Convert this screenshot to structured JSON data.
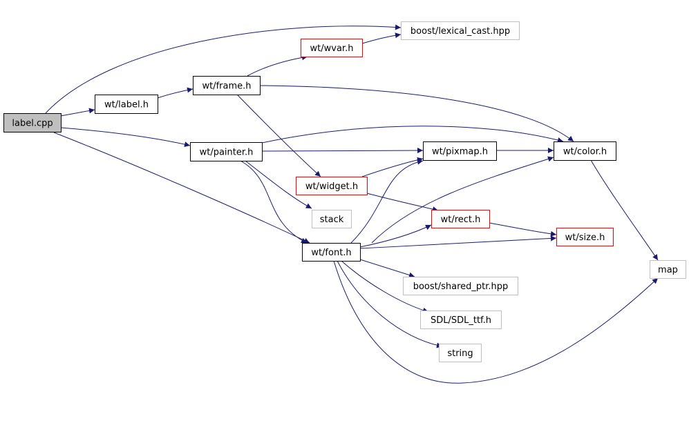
{
  "diagram": {
    "colors": {
      "edge": "#191970",
      "root_fill": "#bfbfbf",
      "root_border": "#000000",
      "documented_border": "#000000",
      "truncated_border": "#ff0000",
      "external_border": "#bfbfbf"
    },
    "nodes": [
      {
        "id": "label_cpp",
        "label": "label.cpp",
        "kind": "root"
      },
      {
        "id": "wt_label_h",
        "label": "wt/label.h",
        "kind": "documented"
      },
      {
        "id": "wt_frame_h",
        "label": "wt/frame.h",
        "kind": "documented"
      },
      {
        "id": "wt_wvar_h",
        "label": "wt/wvar.h",
        "kind": "truncated"
      },
      {
        "id": "boost_lexical_cast_hpp",
        "label": "boost/lexical_cast.hpp",
        "kind": "external"
      },
      {
        "id": "wt_painter_h",
        "label": "wt/painter.h",
        "kind": "documented"
      },
      {
        "id": "wt_pixmap_h",
        "label": "wt/pixmap.h",
        "kind": "documented"
      },
      {
        "id": "wt_color_h",
        "label": "wt/color.h",
        "kind": "documented"
      },
      {
        "id": "wt_widget_h",
        "label": "wt/widget.h",
        "kind": "truncated"
      },
      {
        "id": "stack",
        "label": "stack",
        "kind": "external"
      },
      {
        "id": "wt_rect_h",
        "label": "wt/rect.h",
        "kind": "truncated"
      },
      {
        "id": "wt_size_h",
        "label": "wt/size.h",
        "kind": "truncated"
      },
      {
        "id": "wt_font_h",
        "label": "wt/font.h",
        "kind": "documented"
      },
      {
        "id": "map",
        "label": "map",
        "kind": "external"
      },
      {
        "id": "boost_shared_ptr_hpp",
        "label": "boost/shared_ptr.hpp",
        "kind": "external"
      },
      {
        "id": "sdl_sdl_ttf_h",
        "label": "SDL/SDL_ttf.h",
        "kind": "external"
      },
      {
        "id": "string",
        "label": "string",
        "kind": "external"
      }
    ],
    "edges": [
      {
        "from": "label_cpp",
        "to": "boost_lexical_cast_hpp"
      },
      {
        "from": "label_cpp",
        "to": "wt_label_h"
      },
      {
        "from": "label_cpp",
        "to": "wt_painter_h"
      },
      {
        "from": "label_cpp",
        "to": "wt_font_h"
      },
      {
        "from": "wt_label_h",
        "to": "wt_frame_h"
      },
      {
        "from": "wt_frame_h",
        "to": "wt_wvar_h"
      },
      {
        "from": "wt_frame_h",
        "to": "wt_color_h"
      },
      {
        "from": "wt_frame_h",
        "to": "wt_widget_h"
      },
      {
        "from": "wt_wvar_h",
        "to": "boost_lexical_cast_hpp"
      },
      {
        "from": "wt_painter_h",
        "to": "wt_color_h"
      },
      {
        "from": "wt_painter_h",
        "to": "wt_pixmap_h"
      },
      {
        "from": "wt_painter_h",
        "to": "stack"
      },
      {
        "from": "wt_painter_h",
        "to": "wt_font_h"
      },
      {
        "from": "wt_pixmap_h",
        "to": "wt_color_h"
      },
      {
        "from": "wt_widget_h",
        "to": "wt_pixmap_h"
      },
      {
        "from": "wt_widget_h",
        "to": "wt_rect_h"
      },
      {
        "from": "wt_color_h",
        "to": "map"
      },
      {
        "from": "wt_rect_h",
        "to": "wt_size_h"
      },
      {
        "from": "wt_font_h",
        "to": "wt_pixmap_h"
      },
      {
        "from": "wt_font_h",
        "to": "wt_color_h"
      },
      {
        "from": "wt_font_h",
        "to": "wt_rect_h"
      },
      {
        "from": "wt_font_h",
        "to": "wt_size_h"
      },
      {
        "from": "wt_font_h",
        "to": "boost_shared_ptr_hpp"
      },
      {
        "from": "wt_font_h",
        "to": "sdl_sdl_ttf_h"
      },
      {
        "from": "wt_font_h",
        "to": "string"
      },
      {
        "from": "wt_font_h",
        "to": "map"
      }
    ]
  }
}
